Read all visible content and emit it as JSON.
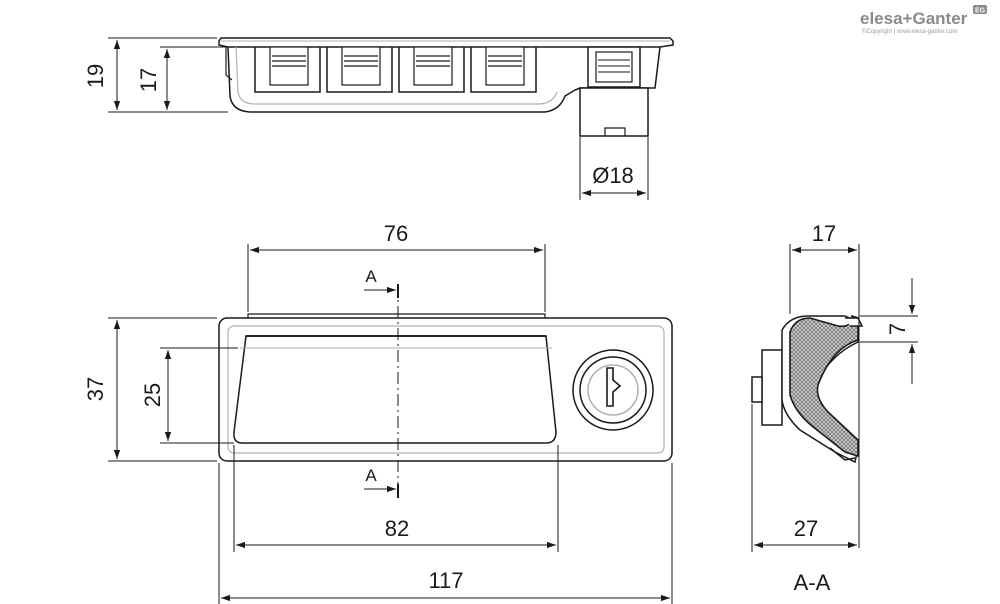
{
  "logo": {
    "brand": "elesa+Ganter",
    "copyright": "©Copyright | www.elesa-ganter.com",
    "badge": "EG"
  },
  "colors": {
    "line": "#1a1a1a",
    "part_gray": "#b0b0b0",
    "section_fill": "#d0d0d0",
    "logo_gray": "#8a8a8a"
  },
  "top_view": {
    "dim_total_height": "19",
    "dim_body_height": "17",
    "dim_lock_diameter": "Ø18"
  },
  "front_view": {
    "dim_handle_width": "76",
    "dim_overall_height": "37",
    "dim_handle_height": "25",
    "dim_grip_width": "82",
    "dim_overall_length": "117",
    "section_marker_top": "A",
    "section_marker_bottom": "A"
  },
  "section_view": {
    "dim_top_width": "17",
    "dim_lip": "7",
    "dim_depth": "27",
    "title": "A-A"
  }
}
